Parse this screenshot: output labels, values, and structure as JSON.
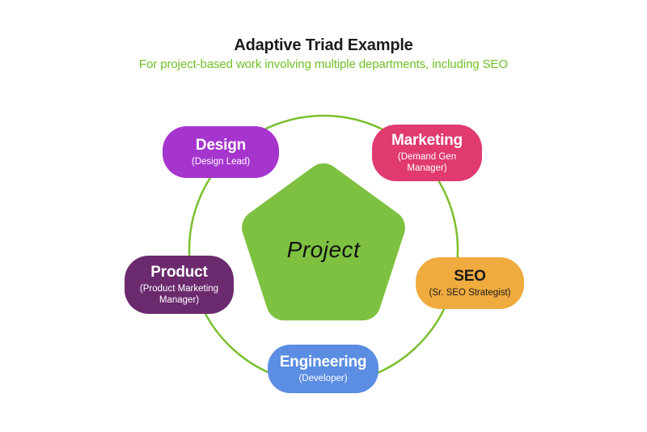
{
  "header": {
    "title": "Adaptive Triad Example",
    "subtitle": "For project-based work involving multiple departments, including SEO",
    "title_color": "#1d1d1b",
    "subtitle_color": "#70bf26"
  },
  "center": {
    "label": "Project",
    "shape": "pentagon",
    "color": "#7ec141",
    "text_color": "#111111"
  },
  "connector": {
    "shape": "circle",
    "color": "#7abf2e"
  },
  "nodes": [
    {
      "id": "design",
      "title": "Design",
      "subtitle": "(Design Lead)",
      "color": "#a535cd",
      "text_color": "#ffffff"
    },
    {
      "id": "marketing",
      "title": "Marketing",
      "subtitle": "(Demand Gen Manager)",
      "color": "#e03a6e",
      "text_color": "#ffffff"
    },
    {
      "id": "seo",
      "title": "SEO",
      "subtitle": "(Sr. SEO Strategist)",
      "color": "#f0ab3f",
      "text_color": "#1a1a1a"
    },
    {
      "id": "engineering",
      "title": "Engineering",
      "subtitle": "(Developer)",
      "color": "#5b8de2",
      "text_color": "#ffffff"
    },
    {
      "id": "product",
      "title": "Product",
      "subtitle": "(Product Marketing Manager)",
      "color": "#6b2a6e",
      "text_color": "#ffffff"
    }
  ]
}
